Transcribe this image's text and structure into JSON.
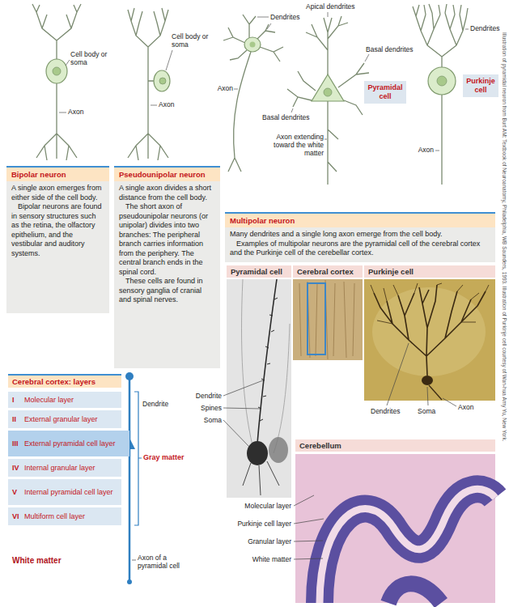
{
  "diagram": {
    "nodes": [
      {
        "text": [
          "Pyramidal cell"
        ]
      },
      {
        "text": [
          "Purkinje cell"
        ]
      },
      {
        "text": [
          "Bipolar neuron",
          "A single axon emerges from either side of the cell body.",
          "Bipolar neurons are found in sensory structures such as the retina, the olfactory epithelium, and the vestibular and auditory systems."
        ]
      },
      {
        "text": [
          "Pseudounipolar neuron",
          "A single axon divides a short distance from the cell body.",
          "The short axon of pseudounipolar neurons (or unipolar) divides into two branches: The peripheral branch carries information from the periphery. The central branch ends in the spinal cord.",
          "These cells are found in sensory ganglia of cranial and spinal nerves."
        ]
      },
      {
        "text": [
          "Multipolar neuron",
          "Many dendrites and a single long axon emerge from the cell body.",
          "Examples of multipolar neurons are the pyramidal cell of the cerebral cortex and the Purkinje cell of the cerebellar cortex."
        ]
      },
      {
        "text": [
          "Pyramidal cell"
        ]
      },
      {
        "text": [
          "Cerebral cortex"
        ]
      },
      {
        "text": [
          "Purkinje cell"
        ]
      },
      {
        "text": [
          "Cerebral cortex: layers"
        ]
      },
      {
        "text": [
          "I",
          "Molecular layer"
        ],
        "in": 8
      },
      {
        "text": [
          "II",
          "External granular layer"
        ],
        "in": 8
      },
      {
        "text": [
          "III",
          "External pyramidal cell layer"
        ],
        "in": 8
      },
      {
        "text": [
          "IV",
          "Internal granular layer"
        ],
        "in": 8
      },
      {
        "text": [
          "V",
          "Internal pyramidal cell layer"
        ],
        "in": 8
      },
      {
        "text": [
          "VI",
          "Multiform cell layer"
        ],
        "in": 8
      },
      {
        "text": [
          "White matter"
        ],
        "in": 8
      },
      {
        "text": [
          "Cerebellum"
        ]
      }
    ],
    "labels": [
      "Cell body or soma",
      "Axon",
      "Cell body or soma",
      "Axon",
      "Dendrites",
      "Apical dendrites",
      "Basal dendrites",
      "Axon",
      "Basal dendrites",
      "Axon extending toward the white matter",
      "Dendrites",
      "Axon",
      "Illustration of pyramidal neuron from Burt AM: Textbook of Neuroanatomy, Philadelphia, WB Saunders, 1993. Illustration of Purkinje cell courtesy of Wan-hua Amy Yu, New York.",
      "Dendrite",
      "Gray matter",
      "Axon of a pyramidal cell",
      "Dendrite",
      "Spines",
      "Soma",
      "Dendrites",
      "Soma",
      "Axon",
      "Molecular layer",
      "Purkinje cell layer",
      "Granular layer",
      "White matter"
    ]
  }
}
